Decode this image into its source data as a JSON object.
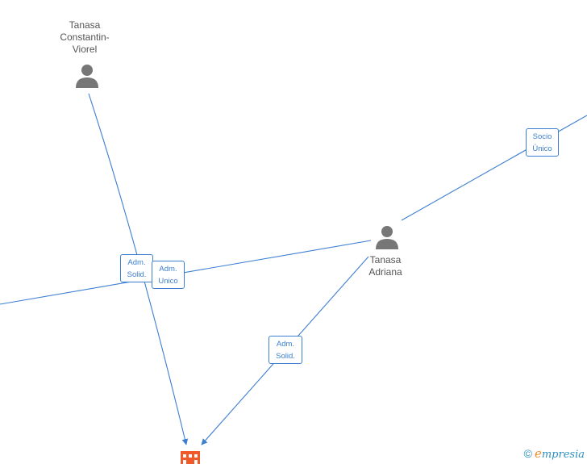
{
  "diagram": {
    "nodes": [
      {
        "id": "constantin",
        "type": "person",
        "label": "Tanasa\nConstantin-\nViorel"
      },
      {
        "id": "adriana",
        "type": "person",
        "label": "Tanasa\nAdriana"
      },
      {
        "id": "company",
        "type": "company",
        "label": ""
      }
    ],
    "edges": [
      {
        "from": "constantin",
        "to": "company",
        "label": "Adm.\nSolid."
      },
      {
        "from": "adriana",
        "to": "offscreen-left",
        "label": "Adm.\nUnico"
      },
      {
        "from": "adriana",
        "to": "company",
        "label": "Adm.\nSolid."
      },
      {
        "from": "adriana",
        "to": "offscreen-right",
        "label": "Socio\nÚnico"
      }
    ]
  },
  "colors": {
    "edge": "#3c7fd1",
    "person_icon": "#777777",
    "company_icon": "#f0592a"
  },
  "icons": {
    "person": "person-icon",
    "company": "building-icon"
  },
  "watermark": {
    "copyright": "©",
    "brand_initial": "e",
    "brand_rest": "mpresia"
  }
}
